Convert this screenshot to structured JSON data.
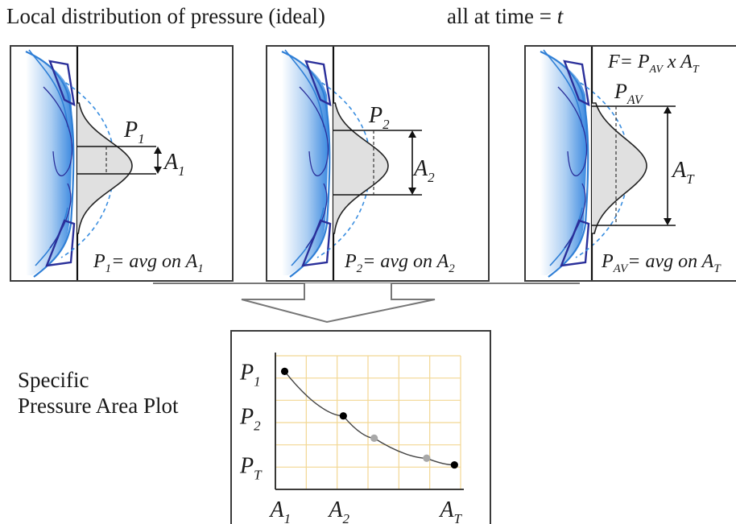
{
  "header": {
    "title": "Local distribution of pressure (ideal)",
    "subtitle_prefix": "all at time = ",
    "subtitle_var": "t"
  },
  "panels": [
    {
      "peak_main": "P",
      "peak_sub": "1",
      "area_main": "A",
      "area_sub": "1",
      "caption": {
        "p_main": "P",
        "p_sub": "1",
        "text": "= avg on ",
        "a_main": "A",
        "a_sub": "1"
      }
    },
    {
      "peak_main": "P",
      "peak_sub": "2",
      "area_main": "A",
      "area_sub": "2",
      "caption": {
        "p_main": "P",
        "p_sub": "2",
        "text": "= avg on ",
        "a_main": "A",
        "a_sub": "2"
      }
    },
    {
      "peak_main": "P",
      "peak_sub": "AV",
      "area_main": "A",
      "area_sub": "T",
      "formula": {
        "lhs": "F",
        "eq": "= ",
        "p_main": "P",
        "p_sub": "AV",
        "times": " x ",
        "a_main": "A",
        "a_sub": "T"
      },
      "caption": {
        "p_main": "P",
        "p_sub": "AV",
        "text": "= avg on ",
        "a_main": "A",
        "a_sub": "T"
      }
    }
  ],
  "plot_label": {
    "line1": "Specific",
    "line2": "Pressure Area Plot"
  },
  "chart_data": {
    "type": "line",
    "y_tick_labels": [
      {
        "main": "P",
        "sub": "1"
      },
      {
        "main": "P",
        "sub": "2"
      },
      {
        "main": "P",
        "sub": "T"
      }
    ],
    "x_tick_labels": [
      {
        "main": "A",
        "sub": "1"
      },
      {
        "main": "A",
        "sub": "2"
      },
      {
        "main": "A",
        "sub": "T"
      }
    ],
    "grid": true,
    "grid_color": "#f2d792",
    "xlim": [
      0,
      6
    ],
    "ylim": [
      0,
      6
    ],
    "points": [
      {
        "x": 0.3,
        "y": 5.3,
        "emphasis": "primary"
      },
      {
        "x": 2.2,
        "y": 3.3,
        "emphasis": "primary"
      },
      {
        "x": 3.2,
        "y": 2.3,
        "emphasis": "secondary"
      },
      {
        "x": 4.9,
        "y": 1.4,
        "emphasis": "secondary"
      },
      {
        "x": 5.8,
        "y": 1.1,
        "emphasis": "primary"
      }
    ],
    "colors": {
      "primary": "#000000",
      "secondary": "#a8a8a8",
      "curve": "#444444"
    }
  },
  "colors": {
    "tissue_blue": "#2f7fd6",
    "outline_navy": "#2a2f9a",
    "dashed_blue": "#3a8ee0",
    "fill_gray": "#e0e0e0"
  }
}
